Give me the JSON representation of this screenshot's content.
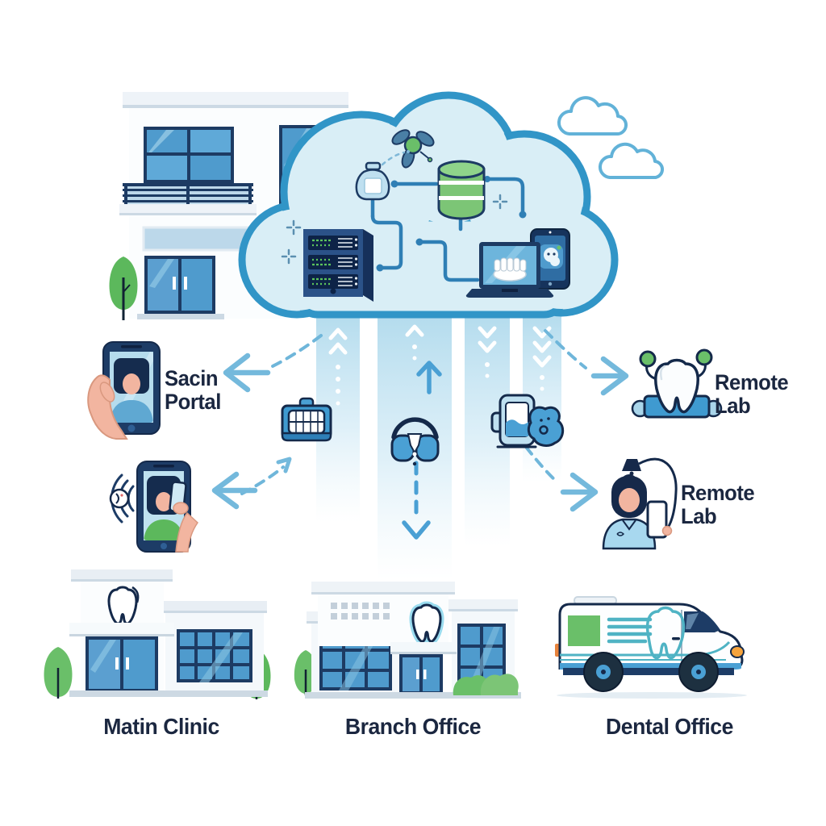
{
  "labels": {
    "patient_portal": "Sacin Portal",
    "remote_lab_upper": "Remote Lab",
    "remote_lab_lower": "Remote Lab",
    "clinic": "Matin Clinic",
    "branch": "Branch Office",
    "dental_office": "Dental Office"
  },
  "colors": {
    "cloud_outline": "#3195c7",
    "cloud_fill": "#d9eef6",
    "accent_blue": "#4aa0d4",
    "navy_outline": "#1d3b63",
    "text_navy": "#1b2740",
    "green": "#6abf69",
    "teal": "#4fb3c4",
    "window_blue": "#4f9bcd",
    "stream_blue": "#aed9ec",
    "skin": "#f2b5a0"
  },
  "icons": {
    "cloud_contents": [
      "molecule-icon",
      "supply-jar-icon",
      "database-icon",
      "server-rack-icon",
      "laptop-dental-scan-icon",
      "tablet-mascot-icon"
    ],
    "edge_nodes": [
      "smartphone-portal-icon",
      "smartphone-videocall-icon",
      "denture-case-icon",
      "headset-agent-icon",
      "mobile-mascot-icon",
      "remote-lab-tooth-icon",
      "remote-lab-technician-icon",
      "dental-van-icon"
    ]
  }
}
